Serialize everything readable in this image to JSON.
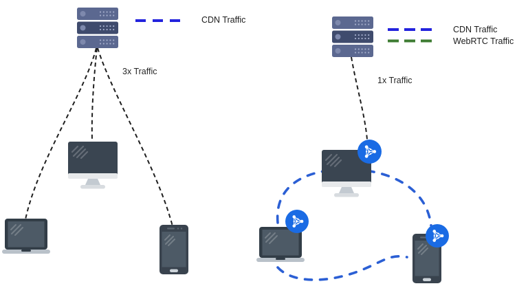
{
  "legend_left": {
    "items": [
      {
        "label": "CDN Traffic",
        "color": "#2323dd",
        "style": "dashed"
      }
    ]
  },
  "legend_right": {
    "items": [
      {
        "label": "CDN Traffic",
        "color": "#2323dd",
        "style": "dashed"
      },
      {
        "label": "WebRTC Traffic",
        "color": "#3e7c33",
        "style": "dashed"
      }
    ]
  },
  "left_panel": {
    "traffic_label": "3x Traffic",
    "nodes": [
      "server",
      "desktop",
      "laptop",
      "smartphone"
    ],
    "links": [
      "server-to-desktop",
      "server-to-laptop",
      "server-to-smartphone"
    ]
  },
  "right_panel": {
    "traffic_label": "1x Traffic",
    "nodes": [
      "server",
      "desktop",
      "laptop",
      "smartphone"
    ],
    "links": [
      "server-to-desktop",
      "peer-laptop-to-desktop-to-smartphone",
      "peer-laptop-to-smartphone"
    ]
  },
  "colors": {
    "badge": "#1a6be4",
    "p2p_link": "#2b5fd4",
    "server_link": "#1f1f1f",
    "cdn_legend_blue": "#2323dd",
    "webrtc_legend_green": "#3e7c33"
  },
  "icons": {
    "server": "server-icon",
    "desktop": "desktop-monitor-icon",
    "laptop": "laptop-icon",
    "smartphone": "smartphone-icon",
    "badge": "p2p-mesh-badge-icon"
  }
}
